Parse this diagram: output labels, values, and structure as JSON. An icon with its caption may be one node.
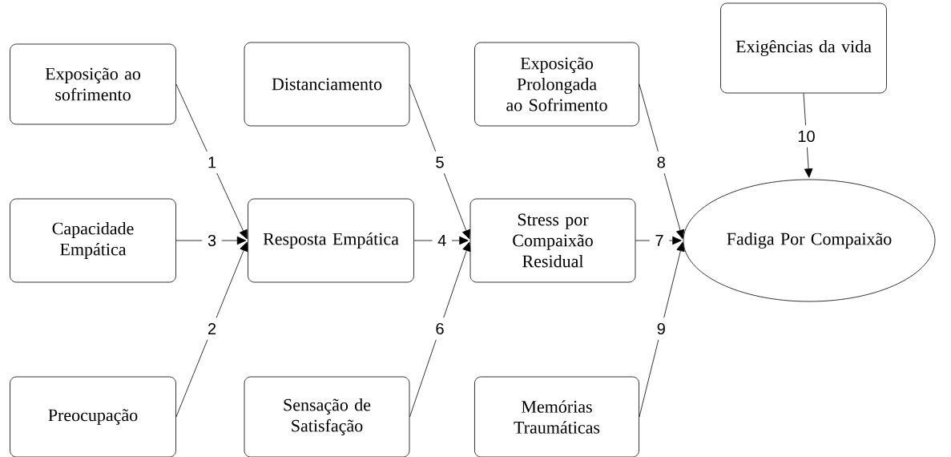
{
  "diagram": {
    "nodes": [
      {
        "text": [
          "Exposição ao sofrimento"
        ]
      },
      {
        "text": [
          "Distanciamento"
        ]
      },
      {
        "text": [
          "Exposição Prolongada ao Sofrimento"
        ]
      },
      {
        "text": [
          "Exigências da vida"
        ]
      },
      {
        "text": [
          "Capacidade Empática"
        ]
      },
      {
        "text": [
          "Resposta Empática"
        ]
      },
      {
        "text": [
          "Stress por Compaixão Residual"
        ]
      },
      {
        "text": [
          "Fadiga Por Compaixão"
        ]
      },
      {
        "text": [
          "Preocupação"
        ]
      },
      {
        "text": [
          "Sensação de Satisfação"
        ]
      },
      {
        "text": [
          "Memórias Traumáticas"
        ]
      }
    ],
    "edges": [
      {
        "from": 0,
        "to": 5,
        "arrow": "to",
        "label": "1"
      },
      {
        "from": 8,
        "to": 5,
        "arrow": "to",
        "label": "2"
      },
      {
        "from": 4,
        "to": 5,
        "arrow": "to",
        "label": "3"
      },
      {
        "from": 5,
        "to": 6,
        "arrow": "to",
        "label": "4"
      },
      {
        "from": 1,
        "to": 6,
        "arrow": "to",
        "label": "5"
      },
      {
        "from": 9,
        "to": 6,
        "arrow": "to",
        "label": "6"
      },
      {
        "from": 6,
        "to": 7,
        "arrow": "to",
        "label": "7"
      },
      {
        "from": 2,
        "to": 7,
        "arrow": "to",
        "label": "8"
      },
      {
        "from": 10,
        "to": 7,
        "arrow": "to",
        "label": "9"
      },
      {
        "from": 3,
        "to": 7,
        "arrow": "to",
        "label": "10"
      }
    ]
  }
}
